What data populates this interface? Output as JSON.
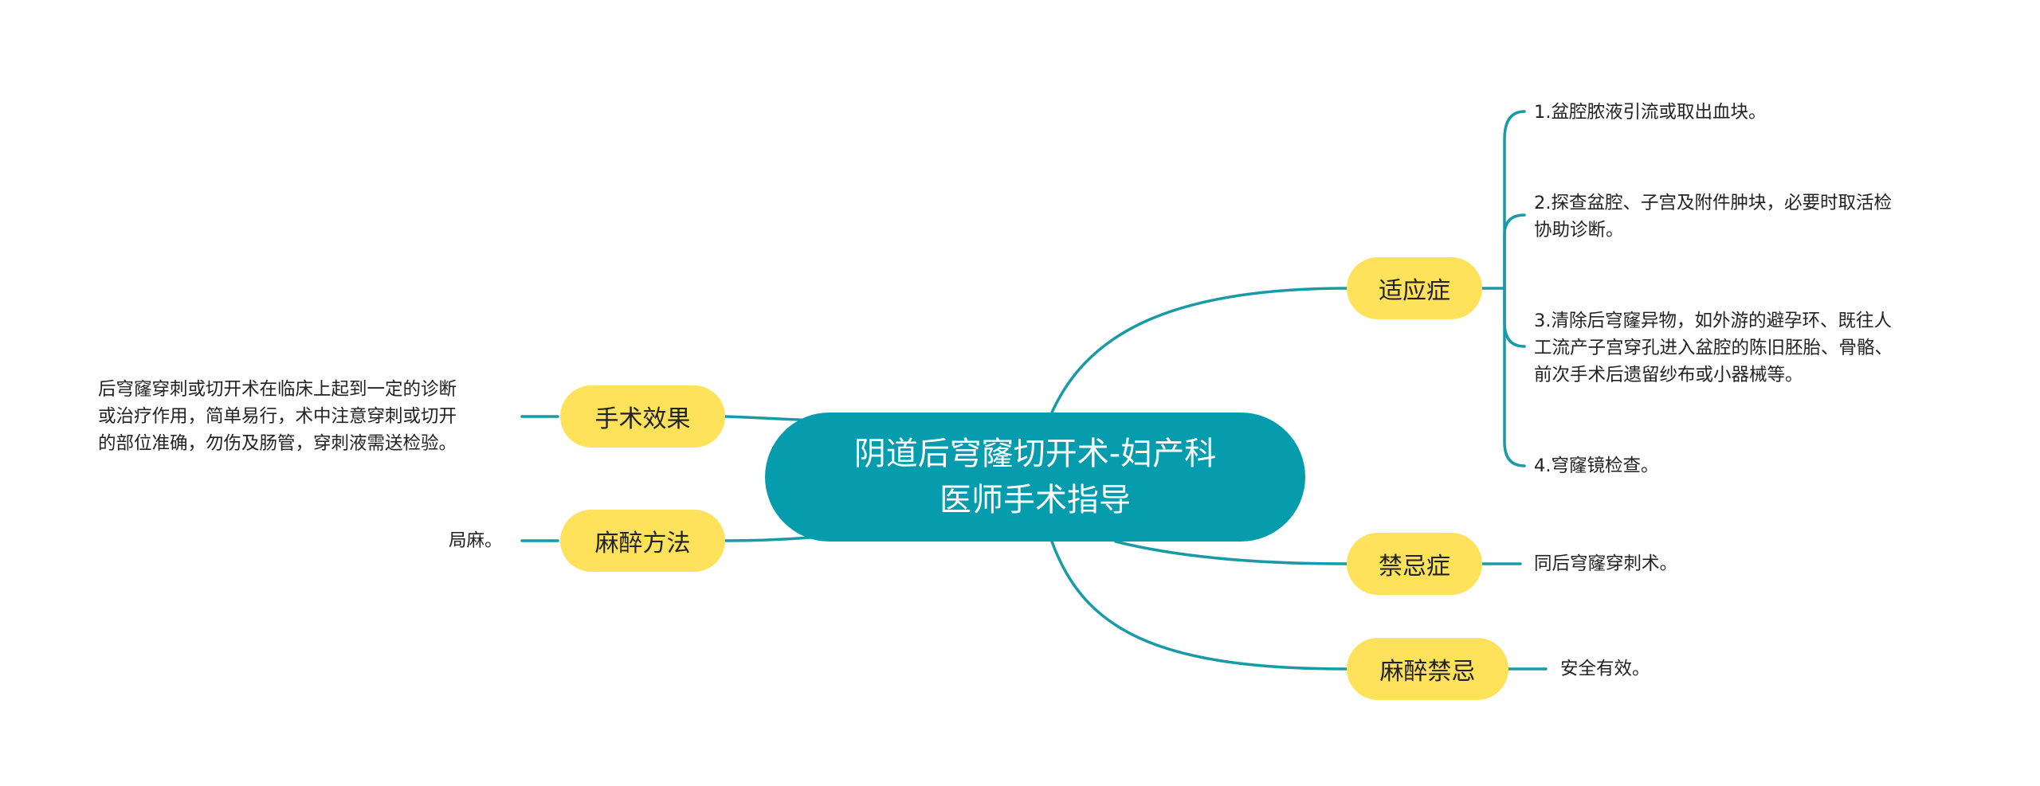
{
  "root": {
    "line1": "阴道后穹窿切开术-妇产科",
    "line2": "医师手术指导"
  },
  "branches": {
    "indications": {
      "label": "适应症",
      "items": [
        {
          "lines": [
            "1.盆腔脓液引流或取出血块。"
          ]
        },
        {
          "lines": [
            "2.探查盆腔、子宫及附件肿块，必要时取活检",
            "协助诊断。"
          ]
        },
        {
          "lines": [
            "3.清除后穹窿异物，如外游的避孕环、既往人",
            "工流产子宫穿孔进入盆腔的陈旧胚胎、骨骼、",
            "前次手术后遗留纱布或小器械等。"
          ]
        },
        {
          "lines": [
            "4.穹窿镜检查。"
          ]
        }
      ]
    },
    "contraindications": {
      "label": "禁忌症",
      "items": [
        {
          "lines": [
            "同后穹窿穿刺术。"
          ]
        }
      ]
    },
    "anesthesia_contraindications": {
      "label": "麻醉禁忌",
      "items": [
        {
          "lines": [
            "安全有效。"
          ]
        }
      ]
    },
    "surgical_effect": {
      "label": "手术效果",
      "items": [
        {
          "lines": [
            "后穹窿穿刺或切开术在临床上起到一定的诊断",
            "或治疗作用，简单易行，术中注意穿刺或切开",
            "的部位准确，勿伤及肠管，穿刺液需送检验。"
          ]
        }
      ]
    },
    "anesthesia_method": {
      "label": "麻醉方法",
      "items": [
        {
          "lines": [
            "局麻。"
          ]
        }
      ]
    }
  },
  "colors": {
    "root_fill": "#059cad",
    "branch_fill": "#ffe25b",
    "connector": "#1a9aa7",
    "text": "#222222"
  }
}
